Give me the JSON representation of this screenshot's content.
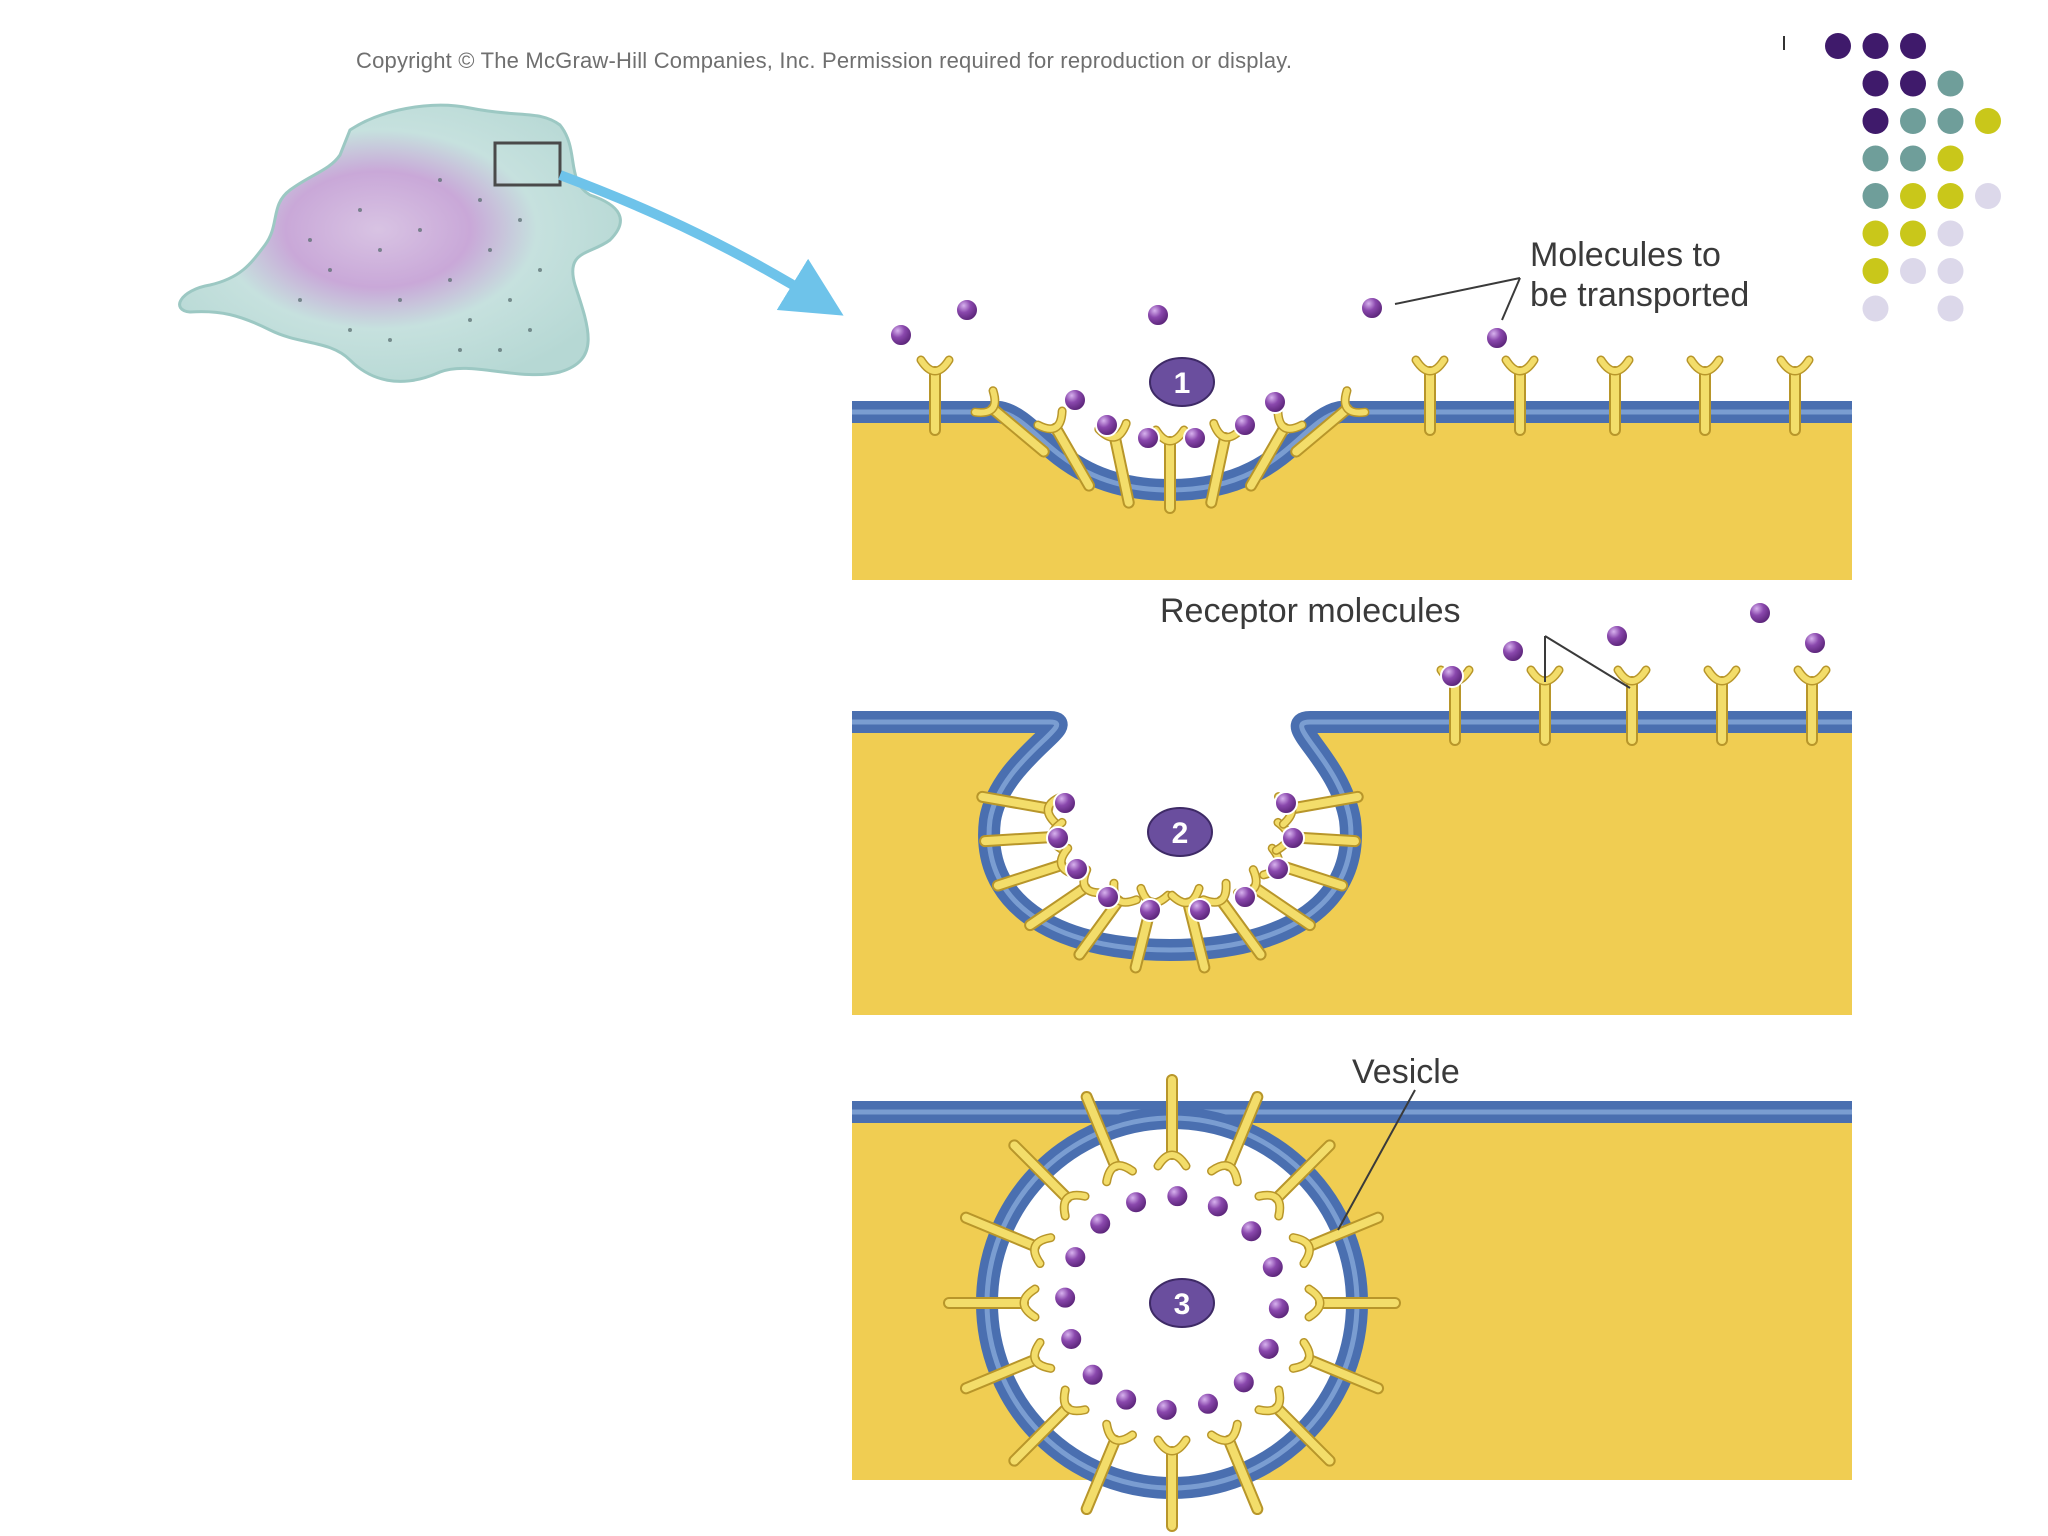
{
  "copyright": "Copyright © The McGraw-Hill Companies, Inc. Permission required for reproduction or display.",
  "labels": {
    "molecules_line1": "Molecules to",
    "molecules_line2": "be transported",
    "receptor": "Receptor molecules",
    "vesicle": "Vesicle"
  },
  "steps": [
    "1",
    "2",
    "3"
  ],
  "colors": {
    "cytoplasm": "#f0cd52",
    "membrane": "#4a6fb0",
    "membrane_light": "#8fb0e0",
    "receptor": "#f3dd6a",
    "receptor_stroke": "#b8962a",
    "molecule": "#7a3c9a",
    "step_badge": "#6a4e9e",
    "cell_fill": "#b9dcd8",
    "cell_tint": "#c9a8d8",
    "arrow": "#6ec3ea"
  },
  "dot_grid_colors": [
    "#3f1a6b",
    "#6f9e9a",
    "#c9c71a",
    "#dcd8ea"
  ]
}
